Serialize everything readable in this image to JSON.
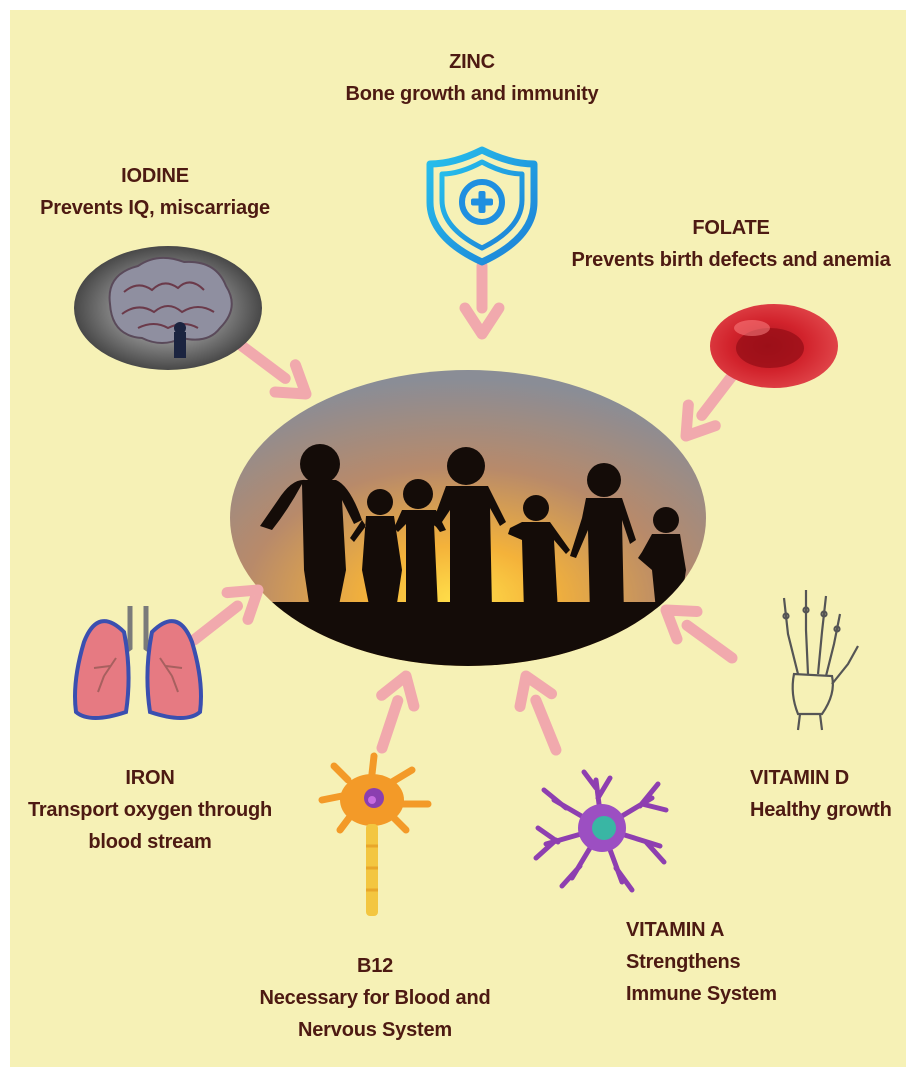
{
  "nutrients": [
    {
      "id": "zinc",
      "name": "ZINC",
      "lines": [
        "Bone growth and immunity"
      ],
      "icon": "shield-plus-icon"
    },
    {
      "id": "iodine",
      "name": "IODINE",
      "lines": [
        "Prevents IQ, miscarriage"
      ],
      "icon": "brain-icon"
    },
    {
      "id": "folate",
      "name": "FOLATE",
      "lines": [
        "Prevents birth defects and anemia"
      ],
      "icon": "red-blood-cell-icon"
    },
    {
      "id": "iron",
      "name": "IRON",
      "lines": [
        "Transport oxygen through",
        "blood stream"
      ],
      "icon": "lungs-icon"
    },
    {
      "id": "vitamin_d",
      "name": "VITAMIN D",
      "lines": [
        "Healthy growth"
      ],
      "icon": "hand-bones-icon"
    },
    {
      "id": "b12",
      "name": "B12",
      "lines": [
        "Necessary for Blood and",
        "Nervous System"
      ],
      "icon": "neuron-icon"
    },
    {
      "id": "vitamin_a",
      "name": "VITAMIN A",
      "lines": [
        "Strengthens",
        "Immune System"
      ],
      "icon": "immune-cell-icon"
    }
  ],
  "center_image": "family-silhouette-sunset",
  "colors": {
    "background": "#f6f1b6",
    "text": "#4d1a12",
    "arrow": "#f1a9ad"
  }
}
